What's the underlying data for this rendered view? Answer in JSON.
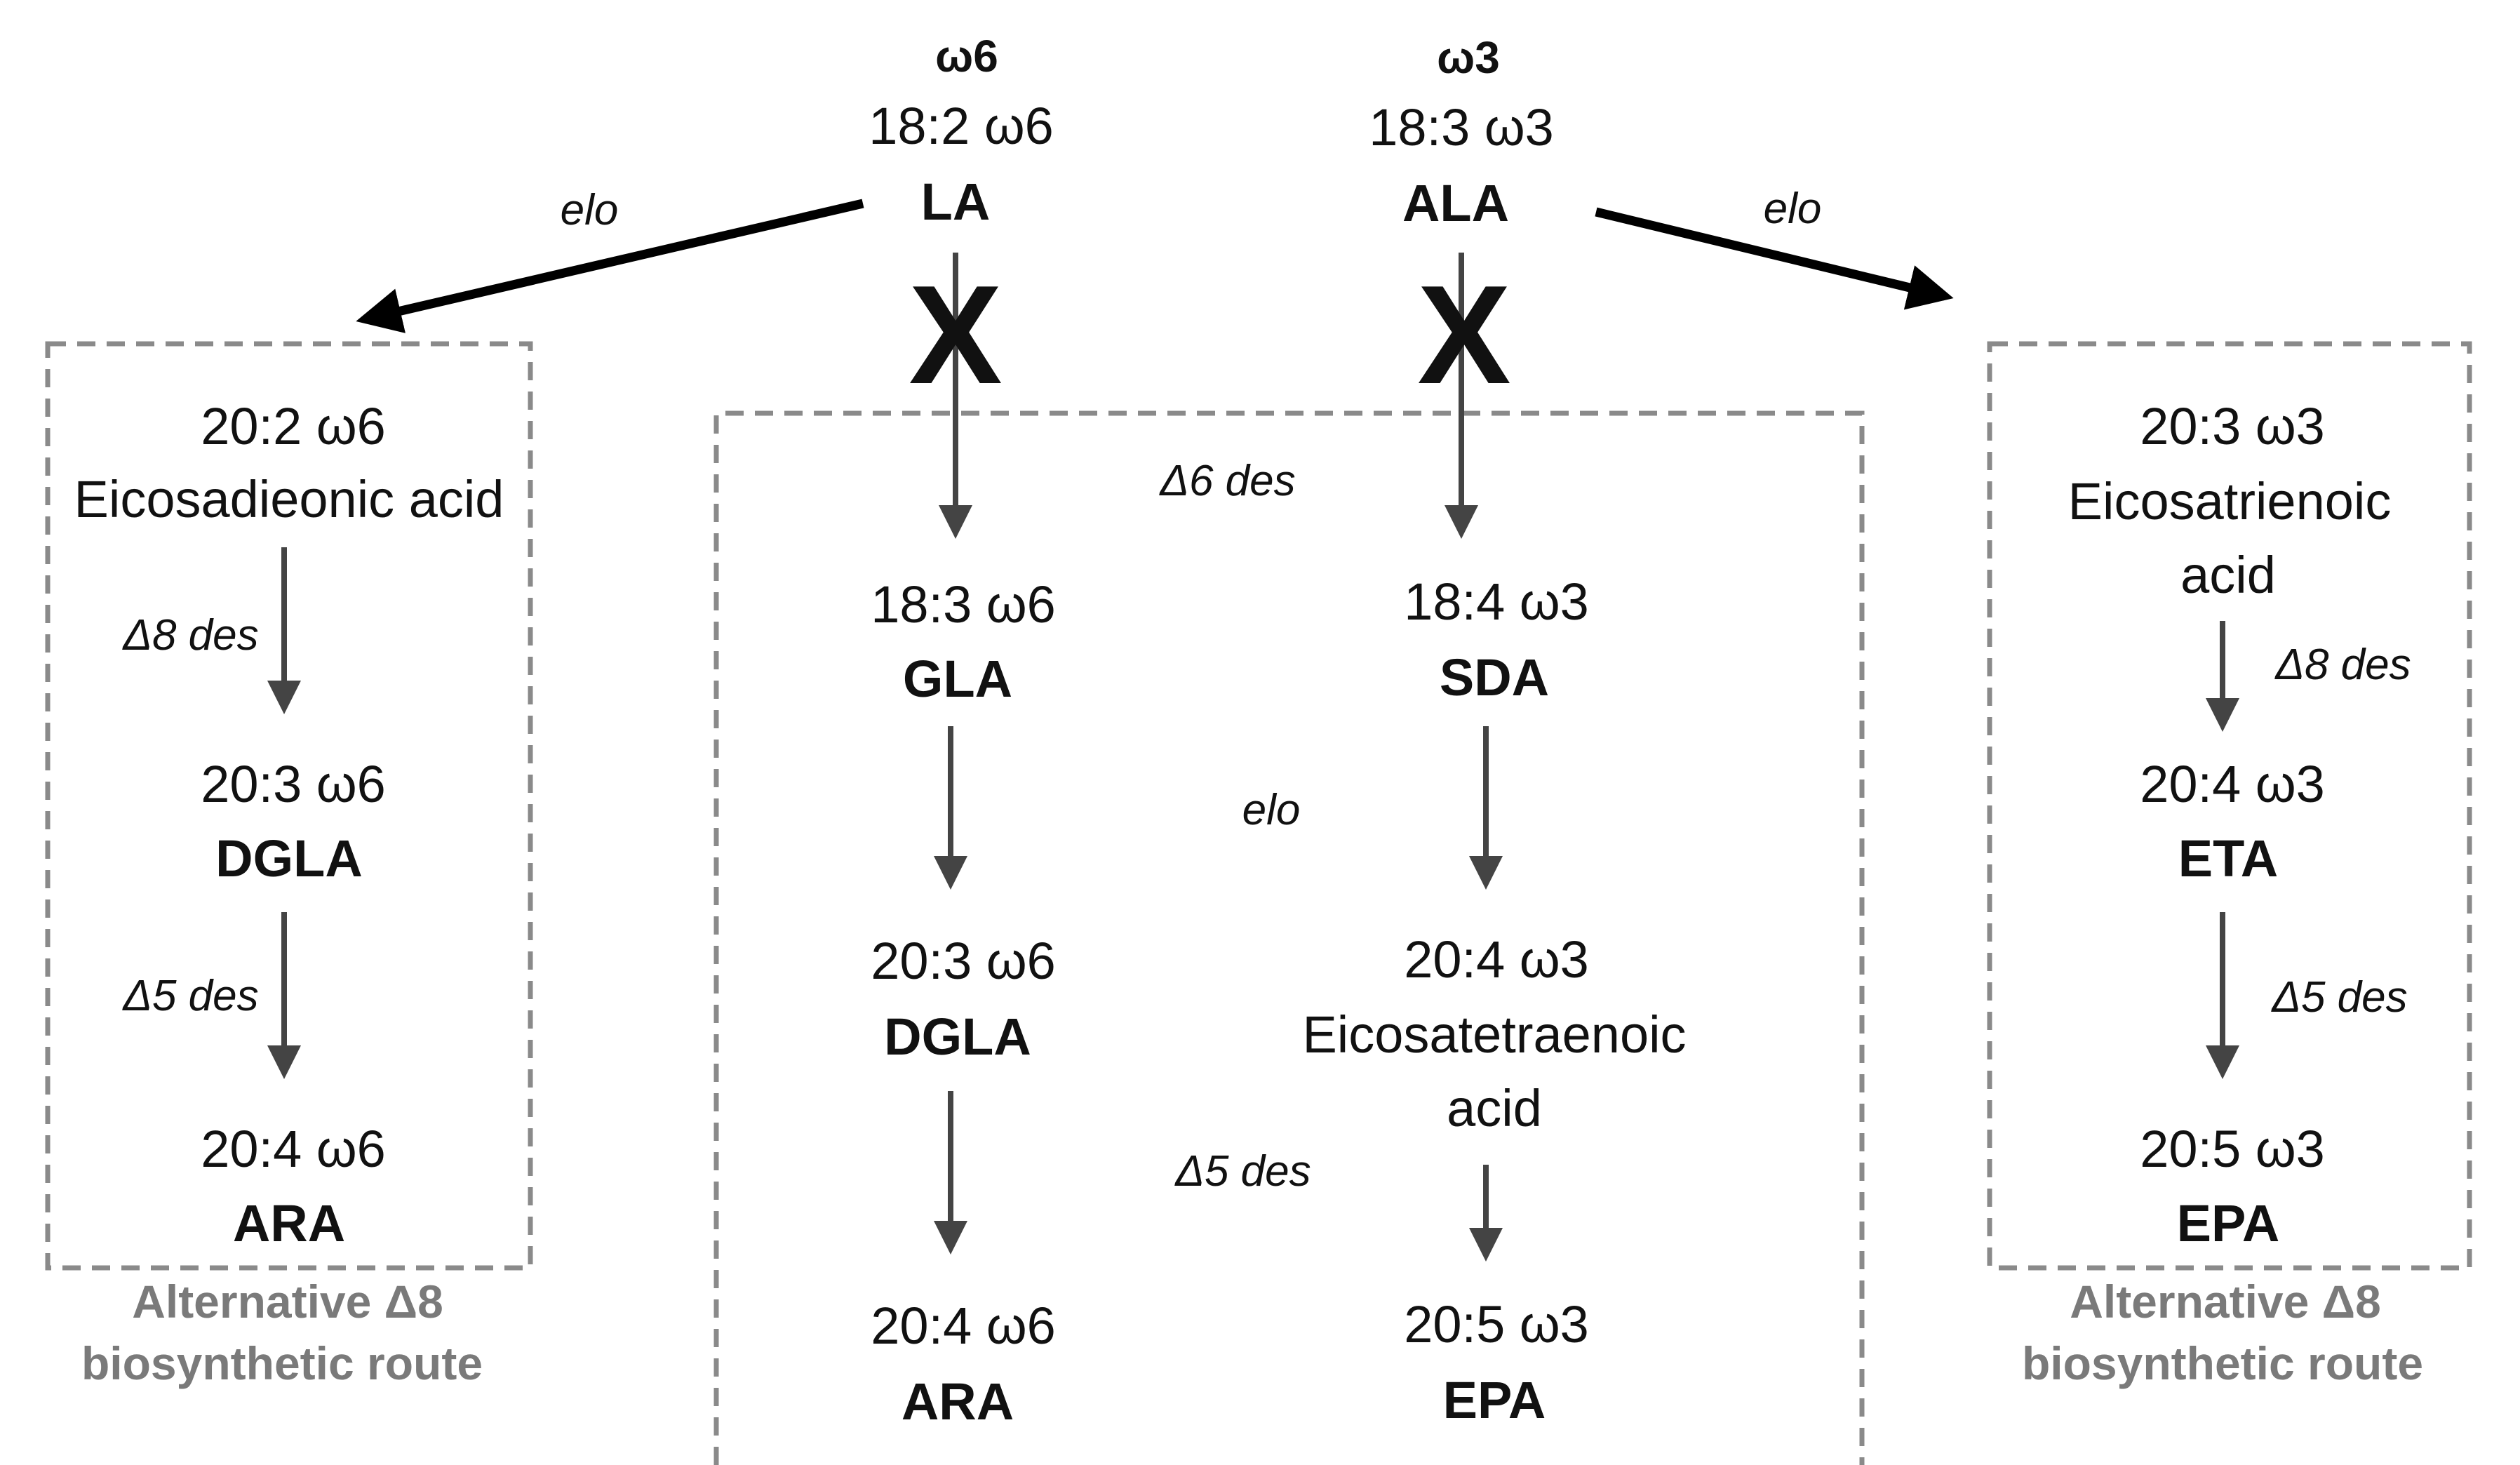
{
  "headers": {
    "omega6": "ω6",
    "omega3": "ω3"
  },
  "precursors": {
    "la": {
      "formula": "18:2  ω6",
      "abbr": "LA"
    },
    "ala": {
      "formula": "18:3  ω3",
      "abbr": "ALA"
    }
  },
  "blocked_marks": {
    "left": "X",
    "right": "X"
  },
  "central": {
    "gla": {
      "formula": "18:3  ω6",
      "abbr": "GLA"
    },
    "sda": {
      "formula": "18:4  ω3",
      "abbr": "SDA"
    },
    "dgla": {
      "formula": "20:3  ω6",
      "abbr": "DGLA"
    },
    "eta": {
      "formula": "20:4  ω3",
      "name_line1": "Eicosatetraenoic",
      "name_line2": "acid"
    },
    "ara": {
      "formula": "20:4  ω6",
      "abbr": "ARA"
    },
    "epa": {
      "formula": "20:5  ω3",
      "abbr": "EPA"
    }
  },
  "left_box": {
    "eda": {
      "formula": "20:2  ω6",
      "name": "Eicosadieonic acid"
    },
    "dgla": {
      "formula": "20:3  ω6",
      "abbr": "DGLA"
    },
    "ara": {
      "formula": "20:4  ω6",
      "abbr": "ARA"
    },
    "caption_line1": "Alternative Δ8",
    "caption_line2": "biosynthetic route"
  },
  "right_box": {
    "ete": {
      "formula": "20:3  ω3",
      "name_line1": "Eicosatrienoic",
      "name_line2": "acid"
    },
    "eta": {
      "formula": "20:4  ω3",
      "abbr": "ETA"
    },
    "epa": {
      "formula": "20:5  ω3",
      "abbr": "EPA"
    },
    "caption_line1": "Alternative Δ8",
    "caption_line2": "biosynthetic route"
  },
  "enzymes": {
    "elo_left": "elo",
    "elo_right": "elo",
    "d6_central": "Δ6 des",
    "elo_central": "elo",
    "d5_central": "Δ5 des",
    "d8_left": "Δ8 des",
    "d5_left": "Δ5 des",
    "d8_right": "Δ8 des",
    "d5_right": "Δ5 des"
  },
  "colors": {
    "text": "#111111",
    "arrow": "#444444",
    "box_border": "#8a8a8a",
    "caption": "#7a7a7a"
  }
}
